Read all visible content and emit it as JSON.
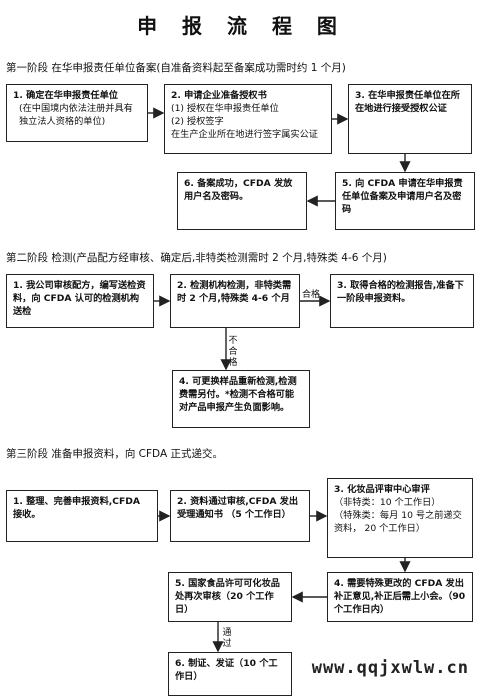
{
  "title": "申 报 流 程 图",
  "stage1": {
    "heading": "第一阶段 在华申报责任单位备案(自准备资料起至备案成功需时约 1 个月)",
    "box1": {
      "num_title": "1. 确定在华申报责任单位",
      "note": "(在中国境内依法注册并具有独立法人资格的单位)"
    },
    "box2": {
      "num_title": "2. 申请企业准备授权书",
      "line1": "(1) 授权在华申报责任单位",
      "line2": "(2) 授权签字",
      "line3": "在生产企业所在地进行签字属实公证"
    },
    "box3": {
      "text": "3. 在华申报责任单位在所在地进行接受授权公证"
    },
    "box5": {
      "text": "5. 向 CFDA 申请在华申报责任单位备案及申请用户名及密码"
    },
    "box6": {
      "text": "6. 备案成功，CFDA 发放用户名及密码。"
    }
  },
  "stage2": {
    "heading": "第二阶段 检测(产品配方经审核、确定后,非特类检测需时 2 个月,特殊类 4-6 个月)",
    "box1": {
      "text": "1. 我公司审核配方，编写送检资料，向 CFDA 认可的检测机构送检"
    },
    "box2": {
      "text": "2. 检测机构检测，非特类需时 2 个月,特殊类 4-6 个月"
    },
    "box3": {
      "text": "3. 取得合格的检测报告,准备下一阶段申报资料。"
    },
    "box4": {
      "text": "4. 可更换样品重新检测,检测费需另付。*检测不合格可能对产品申报产生负面影响。"
    },
    "label_pass": "合格",
    "label_fail": [
      "不",
      "合",
      "格"
    ]
  },
  "stage3": {
    "heading": "第三阶段 准备申报资料，向 CFDA 正式递交。",
    "box1": {
      "text": "1. 整理、完善申报资料,CFDA 接收。"
    },
    "box2": {
      "text": "2. 资料通过审核,CFDA 发出受理通知书   （5 个工作日）"
    },
    "box3": {
      "line1": "3. 化妆品评审中心审评",
      "line2": "（非特类：10 个工作日）",
      "line3": "（特殊类：每月 10 号之前递交资料， 20 个工作日）"
    },
    "box4": {
      "text": "4. 需要特殊更改的 CFDA 发出补正意见,补正后需上小会。（90 个工作日内）"
    },
    "box5": {
      "text": "5. 国家食品许可可化妆品处再次审核（20 个工作日）"
    },
    "box6": {
      "text": "6. 制证、发证（10 个工作日）"
    },
    "label_pass": [
      "通",
      "过"
    ]
  },
  "watermark": "www.qqjxwlw.cn"
}
